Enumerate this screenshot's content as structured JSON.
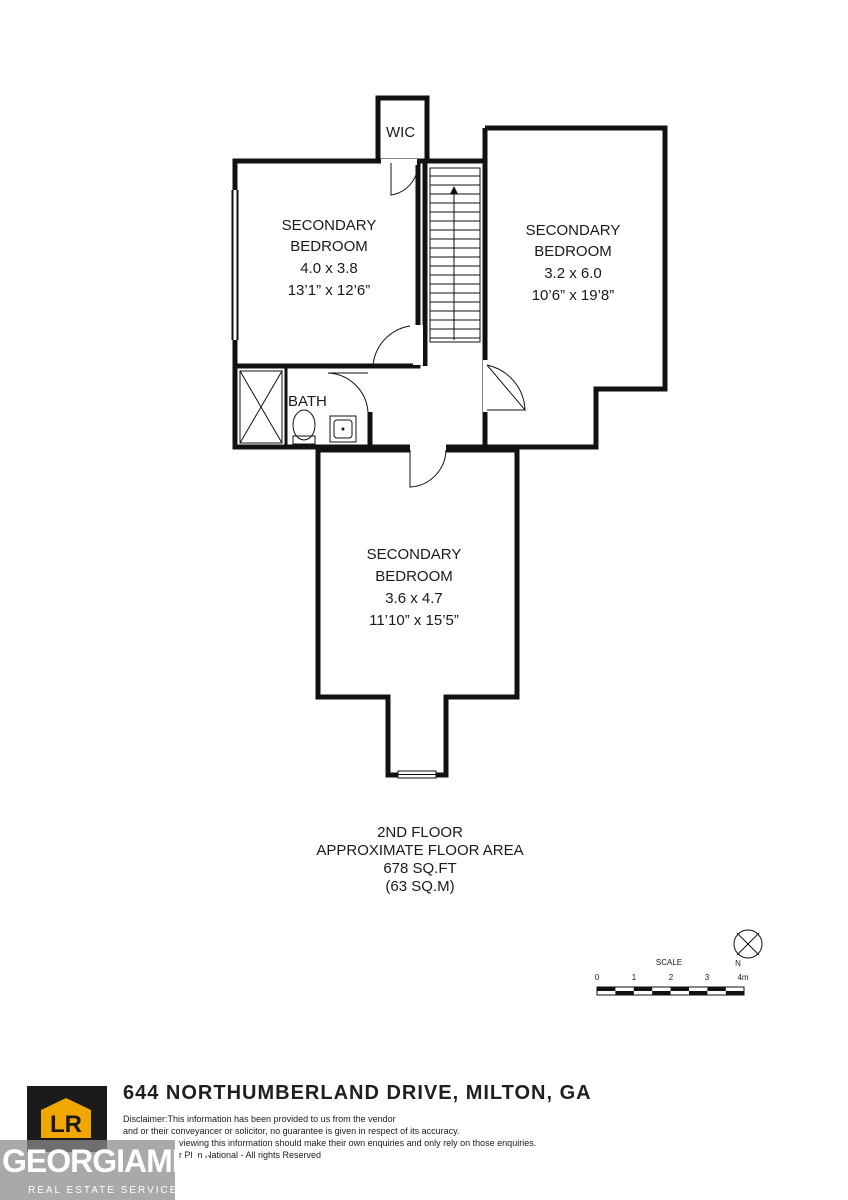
{
  "rooms": {
    "bedroom_left": {
      "name_line1": "SECONDARY",
      "name_line2": "BEDROOM",
      "metric": "4.0 x 3.8",
      "imperial": "13’1” x 12’6”"
    },
    "bedroom_right": {
      "name_line1": "SECONDARY",
      "name_line2": "BEDROOM",
      "metric": "3.2 x 6.0",
      "imperial": "10’6” x 19’8”"
    },
    "bedroom_bottom": {
      "name_line1": "SECONDARY",
      "name_line2": "BEDROOM",
      "metric": "3.6 x 4.7",
      "imperial": "11’10” x 15’5”"
    },
    "wic": "WIC",
    "bath": "BATH"
  },
  "floor_area": {
    "floor": "2ND FLOOR",
    "label": "APPROXIMATE FLOOR AREA",
    "sqft": "678 SQ.FT",
    "sqm": "(63 SQ.M)"
  },
  "scale": {
    "label": "SCALE",
    "ticks": [
      "0",
      "1",
      "2",
      "3",
      "4m"
    ],
    "north": "N"
  },
  "footer": {
    "address": "644 NORTHUMBERLAND DRIVE, MILTON, GA",
    "disclaimer_line1": "Disclaimer:This information has been provided to us from the vendor",
    "disclaimer_line2": "and or their conveyancer or solicitor, no guarantee is given in respect of its accuracy.",
    "disclaimer_line3": "viewing this information should make their own enquiries and only rely on those enquiries.",
    "disclaimer_line4": "r Plan National - All rights Reserved",
    "logo_letters": "LR"
  },
  "watermark": {
    "name": "GEORGIAMLS",
    "subtitle": "REAL ESTATE SERVICES"
  }
}
